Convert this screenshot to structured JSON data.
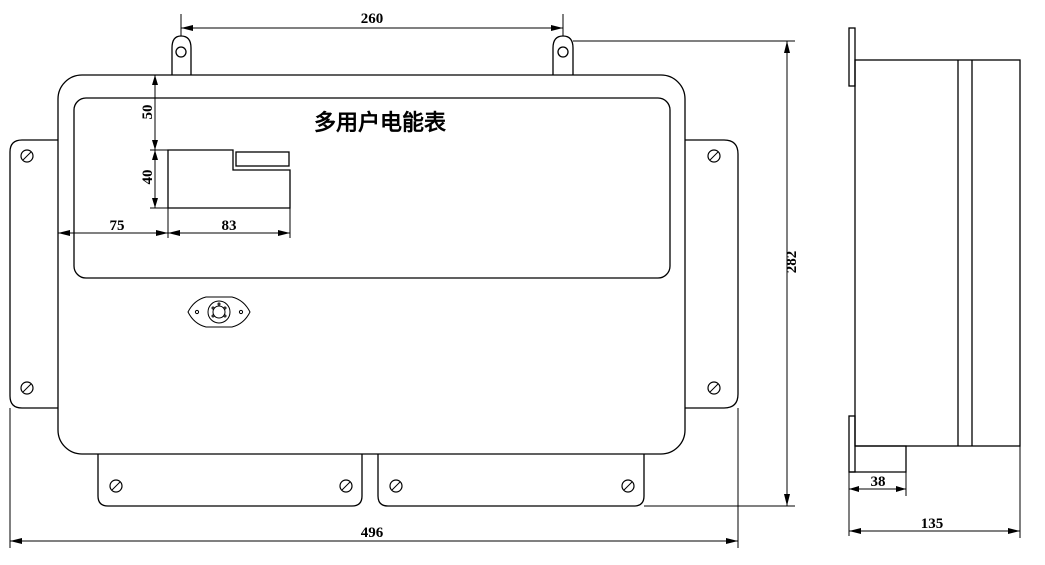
{
  "title": "多用户电能表",
  "dimensions": {
    "lug_spacing": "260",
    "total_height": "282",
    "window_top_offset": "50",
    "window_height": "40",
    "window_left_offset": "75",
    "window_width": "83",
    "total_width": "496",
    "side_depth": "135",
    "side_bottom_step": "38"
  }
}
